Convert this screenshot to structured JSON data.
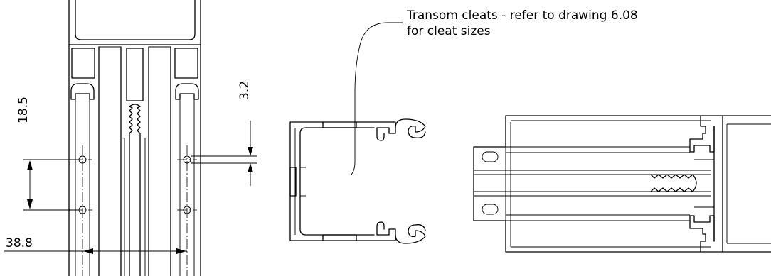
{
  "annotation": {
    "line1": "Transom cleats - refer to drawing 6.08",
    "line2": "for cleat sizes"
  },
  "dimensions": {
    "hole_pitch": "18.5",
    "hole_offset": "3.2",
    "hole_spacing": "38.8"
  }
}
